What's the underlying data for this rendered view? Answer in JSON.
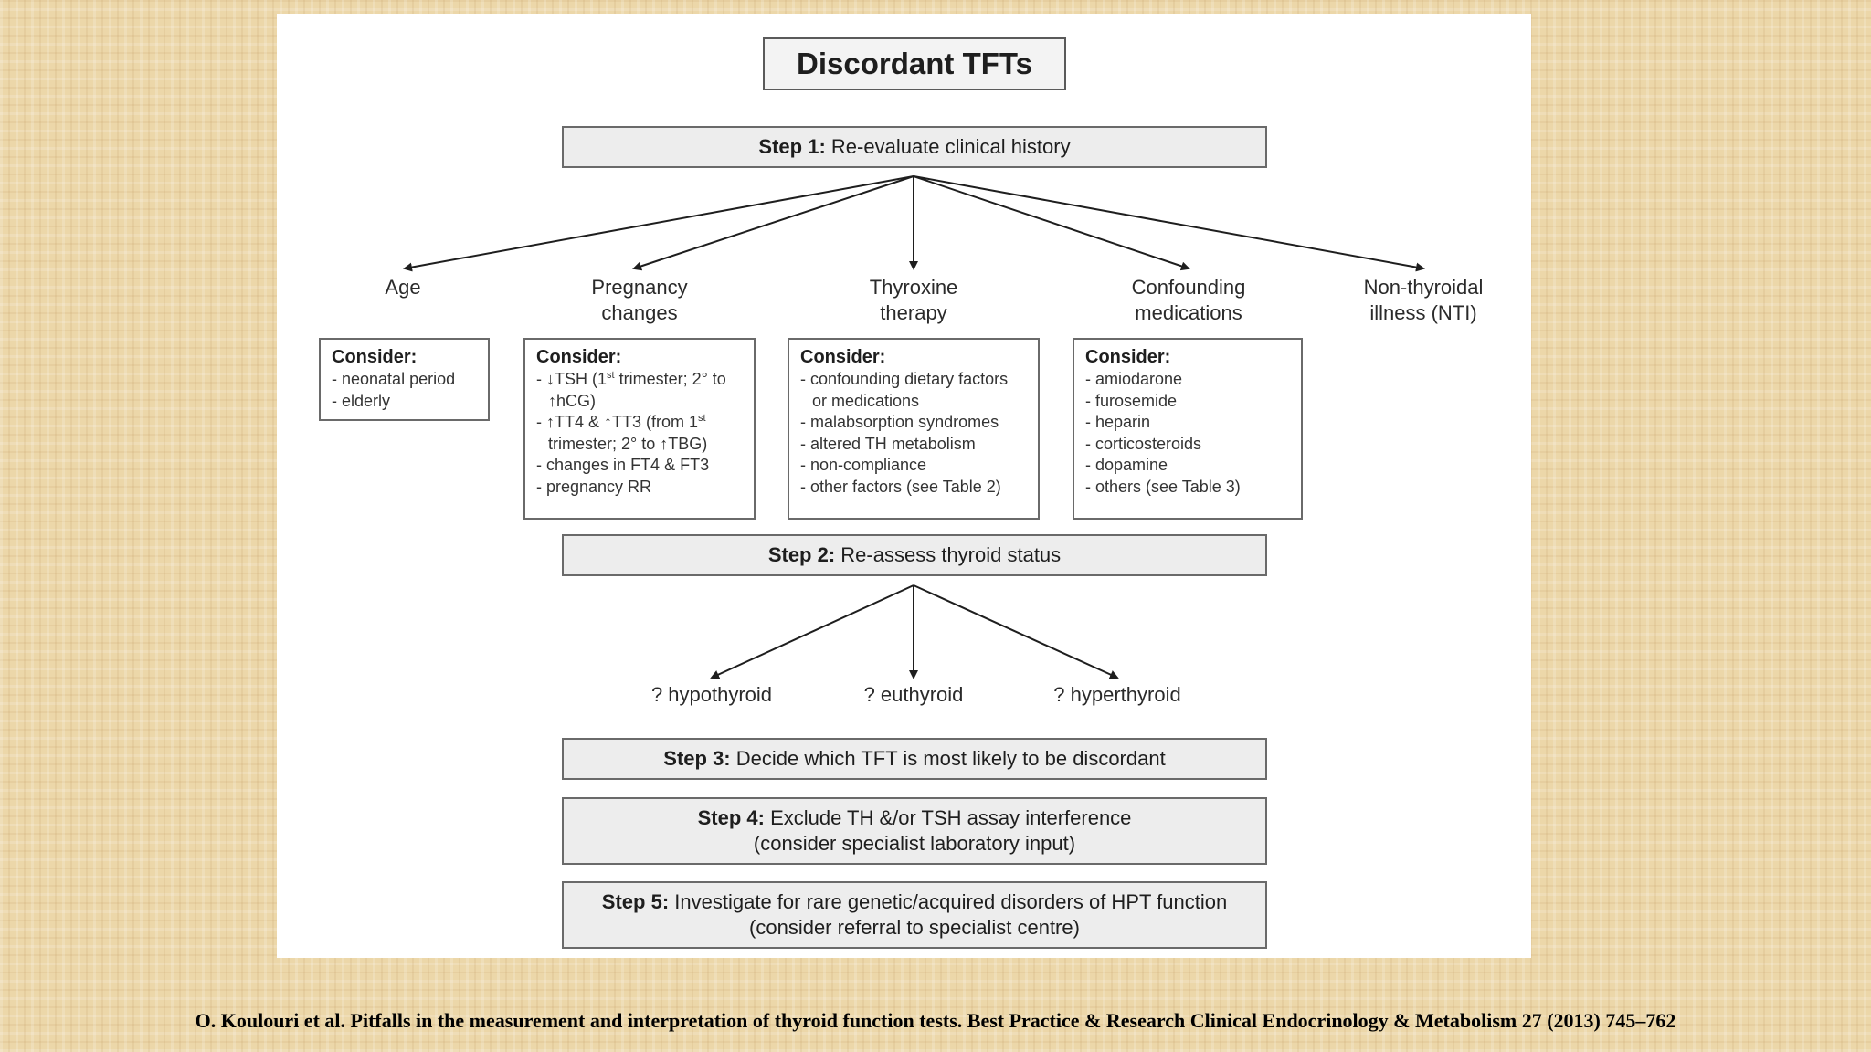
{
  "title": "Discordant TFTs",
  "step1": {
    "label": "Step 1:",
    "text": "Re-evaluate clinical history"
  },
  "factors": [
    {
      "line1": "Age",
      "line2": ""
    },
    {
      "line1": "Pregnancy",
      "line2": "changes"
    },
    {
      "line1": "Thyroxine",
      "line2": "therapy"
    },
    {
      "line1": "Confounding",
      "line2": "medications"
    },
    {
      "line1": "Non-thyroidal",
      "line2": "illness (NTI)"
    }
  ],
  "consider_heading": "Consider:",
  "consider_age": [
    "neonatal period",
    "elderly"
  ],
  "consider_pregnancy": {
    "tsh": "↓TSH (1",
    "tsh_sup": "st",
    "tsh_rest": " trimester; 2° to ↑hCG)",
    "tt": "↑TT4 & ↑TT3 (from 1",
    "tt_sup": "st",
    "tt_rest": " trimester; 2° to ↑TBG)",
    "item3": "changes in FT4 & FT3",
    "item4": "pregnancy RR"
  },
  "consider_thyroxine": [
    "confounding dietary factors or medications",
    "malabsorption syndromes",
    "altered TH metabolism",
    "non-compliance",
    "other factors (see Table 2)"
  ],
  "consider_medications": [
    "amiodarone",
    "furosemide",
    "heparin",
    "corticosteroids",
    "dopamine",
    "others (see Table 3)"
  ],
  "step2": {
    "label": "Step 2:",
    "text": "Re-assess thyroid status"
  },
  "statuses": [
    "? hypothyroid",
    "? euthyroid",
    "? hyperthyroid"
  ],
  "step3": {
    "label": "Step 3:",
    "text": "Decide which TFT is most likely to be discordant"
  },
  "step4": {
    "label": "Step 4:",
    "text": "Exclude TH &/or TSH assay interference",
    "line2": "(consider specialist laboratory input)"
  },
  "step5": {
    "label": "Step 5:",
    "text": "Investigate for rare genetic/acquired disorders of HPT function",
    "line2": "(consider referral to specialist centre)"
  },
  "citation": "O. Koulouri et al. Pitfalls in the measurement and interpretation of thyroid function tests. Best Practice & Research Clinical Endocrinology & Metabolism 27 (2013) 745–762"
}
